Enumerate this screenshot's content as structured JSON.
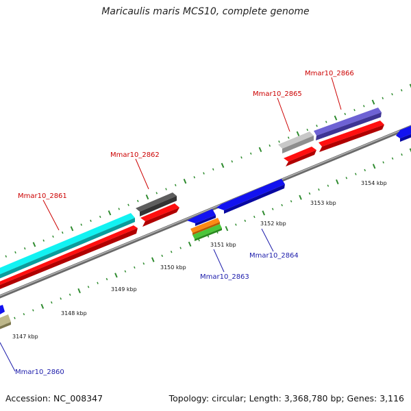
{
  "title": "Maricaulis maris MCS10, complete genome",
  "footer": {
    "accession": "Accession: NC_008347",
    "summary": "Topology: circular; Length: 3,368,780 bp; Genes: 3,116"
  },
  "colors": {
    "backbone": "#8a8a8a",
    "ticks": "#2e8b2e",
    "label_top": "#cc0000",
    "label_bottom": "#1a1aaa",
    "red": "#ff0f0f",
    "blue": "#1212f0",
    "cyan": "#12f2f2",
    "dark_gray": "#5e5e5e",
    "light_gray": "#c8c8c8",
    "purple": "#6e62d4",
    "orange": "#ff8a14",
    "green": "#4cc63a",
    "khaki": "#bdb78a"
  },
  "scale": {
    "unit": "kbp",
    "labels": [
      "3147 kbp",
      "3148 kbp",
      "3149 kbp",
      "3150 kbp",
      "3151 kbp",
      "3152 kbp",
      "3153 kbp",
      "3154 kbp"
    ]
  },
  "genes": {
    "top": [
      "Mmar10_2861",
      "Mmar10_2862",
      "Mmar10_2865",
      "Mmar10_2866"
    ],
    "bottom": [
      "Mmar10_2860",
      "Mmar10_2863",
      "Mmar10_2864"
    ]
  }
}
